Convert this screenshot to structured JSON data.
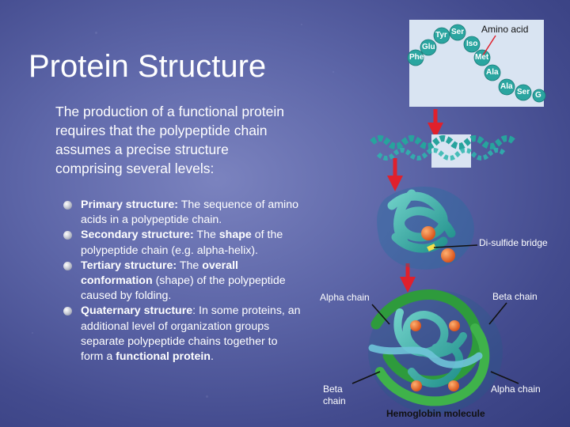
{
  "slide": {
    "title": "Protein Structure",
    "intro": "The production of a functional protein requires that the polypeptide chain assumes a precise structure comprising several levels:",
    "bullets": [
      {
        "term": "Primary structure:",
        "text": " The sequence of amino acids in a polypeptide chain."
      },
      {
        "term": "Secondary structure:",
        "text_before": " The ",
        "emphasis": "shape",
        "text_after": " of the polypeptide chain (e.g. alpha-helix)."
      },
      {
        "term": "Tertiary structure:",
        "text_before": " The ",
        "emphasis": "overall conformation",
        "text_after": " (shape) of the polypeptide caused by folding."
      },
      {
        "term": "Quaternary structure",
        "text_before": ": In some proteins, an additional level of organization groups separate polypeptide chains together to form a ",
        "emphasis": "functional protein",
        "text_after": "."
      }
    ]
  },
  "figure": {
    "amino_acid_label": "Amino acid",
    "amino_acids": [
      "Phe",
      "Glu",
      "Tyr",
      "Ser",
      "Iso",
      "Met",
      "Ala",
      "Ala",
      "Ser",
      "G"
    ],
    "disulfide_label": "Di-sulfide bridge",
    "alpha_chain_left": "Alpha chain",
    "beta_chain_right": "Beta chain",
    "beta_chain_left": "Beta chain",
    "alpha_chain_right": "Alpha chain",
    "hemoglobin_label": "Hemoglobin molecule"
  }
}
